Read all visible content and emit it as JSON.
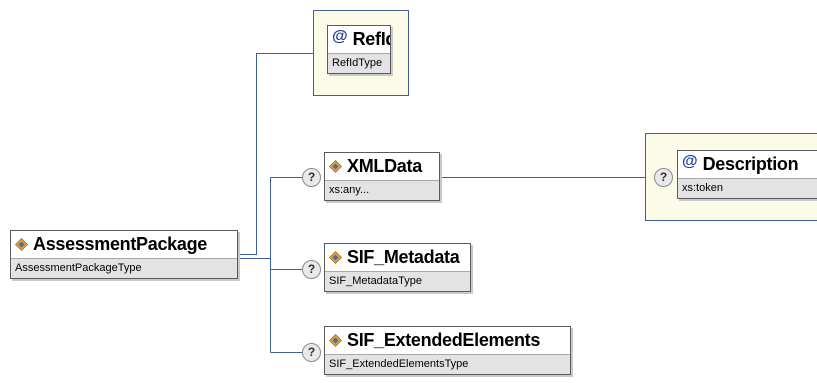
{
  "colors": {
    "connector": "#3f5f9f",
    "attribute_frame_bg": "#fbfbe8",
    "type_bar_bg": "#e3e3e3",
    "element_icon_orange": "#e8a02c",
    "element_icon_blue": "#3f6fbf"
  },
  "diagram": {
    "root": {
      "name": "AssessmentPackage",
      "type": "AssessmentPackageType",
      "icon": "element-icon"
    },
    "attributes": [
      {
        "name": "RefId",
        "type": "RefIdType",
        "icon": "attribute-at-icon"
      }
    ],
    "children": [
      {
        "name": "XMLData",
        "type": "xs:any...",
        "optional_marker": "?",
        "icon": "element-icon"
      },
      {
        "name": "SIF_Metadata",
        "type": "SIF_MetadataType",
        "optional_marker": "?",
        "icon": "element-icon"
      },
      {
        "name": "SIF_ExtendedElements",
        "type": "SIF_ExtendedElementsType",
        "optional_marker": "?",
        "icon": "element-icon"
      }
    ],
    "xmldata_attributes": [
      {
        "name": "Description",
        "type": "xs:token",
        "optional_marker": "?",
        "icon": "attribute-at-icon"
      }
    ]
  }
}
